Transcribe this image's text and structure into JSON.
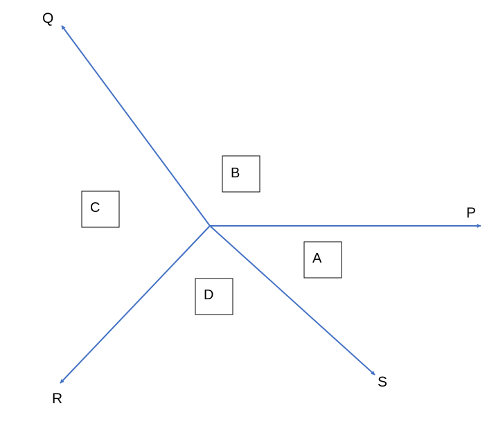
{
  "diagram": {
    "line_color": "#4472C4",
    "text_color": "#000000",
    "rays": {
      "p": "P",
      "q": "Q",
      "r": "R",
      "s": "S"
    },
    "regions": {
      "a": "A",
      "b": "B",
      "c": "C",
      "d": "D"
    }
  }
}
